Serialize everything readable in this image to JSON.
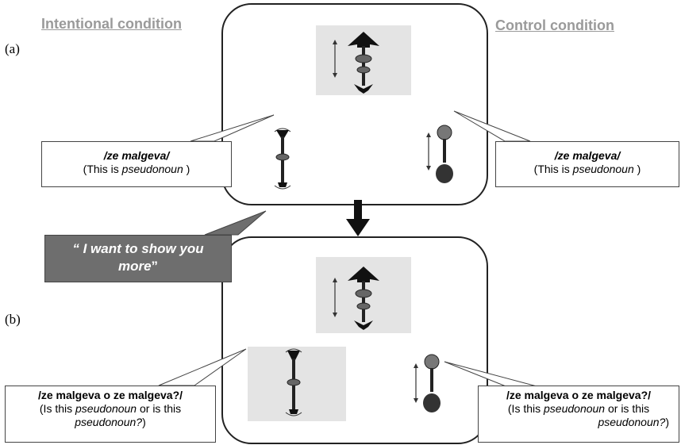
{
  "headings": {
    "intentional": "Intentional condition",
    "control": "Control condition"
  },
  "panels": {
    "a_label": "(a)",
    "b_label": "(b)"
  },
  "callouts": {
    "a_left": {
      "line1": "/ze malgeva/",
      "line2_pre": "(This is ",
      "line2_em": "pseudonoun",
      "line2_post": " )"
    },
    "a_right": {
      "line1": "/ze malgeva/",
      "line2_pre": "(This is ",
      "line2_em": "pseudonoun",
      "line2_post": " )"
    },
    "b_left": {
      "line1": "/ze malgeva o ze malgeva?/",
      "line2_pre": "(Is this ",
      "line2_em": "pseudonoun",
      "line2_post": " or is this",
      "line3_em": "pseudonoun?",
      "line3_post": ")"
    },
    "b_right": {
      "line1": "/ze malgeva o ze malgeva?/",
      "line2_pre": "(Is this ",
      "line2_em": "pseudonoun",
      "line2_post": " or is this",
      "line3_em": "pseudonoun?",
      "line3_post": ")"
    }
  },
  "speech": {
    "line1": "“ I want to show you",
    "line2_em": "more",
    "line2_post": "”"
  },
  "icons": [
    "arrow-object-icon",
    "spinning-object-icon",
    "ball-object-icon",
    "vertical-motion-arrow-icon",
    "down-arrow-icon"
  ],
  "colors": {
    "heading": "#9a9a9a",
    "shade": "#e4e4e4",
    "speech_box": "#6e6e6e"
  }
}
